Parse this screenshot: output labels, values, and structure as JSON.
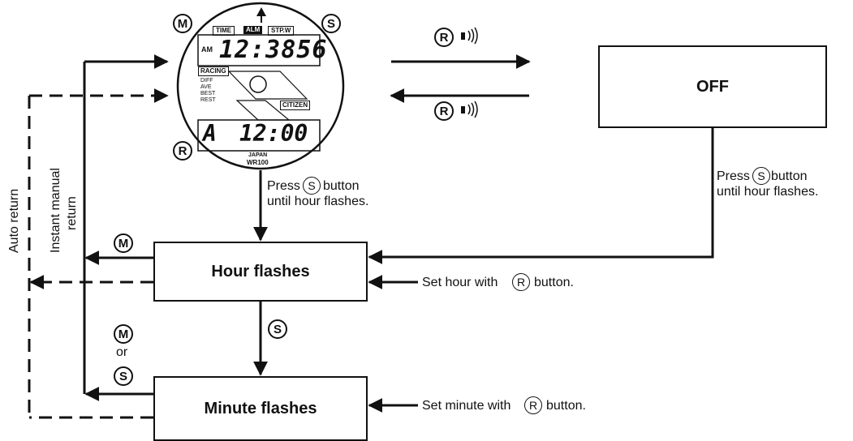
{
  "watch": {
    "button_m": "M",
    "button_s": "S",
    "button_r": "R",
    "mode_time": "TIME",
    "mode_alm": "ALM",
    "mode_stpw": "STP.W",
    "am": "AM",
    "main_time": "12:3856",
    "racing": "RACING",
    "sub_labels": [
      "DIFF",
      "AVE",
      "BEST",
      "REST"
    ],
    "brand": "CITIZEN",
    "alarm_letter": "A",
    "alarm_time": "12:00",
    "country": "JAPAN",
    "model": "WR100"
  },
  "boxes": {
    "off": "OFF",
    "hour": "Hour flashes",
    "minute": "Minute flashes"
  },
  "labels": {
    "press": "Press",
    "button_word": "button",
    "until_hour": "until hour flashes.",
    "set_hour_pre": "Set hour with",
    "set_minute_pre": "Set minute with",
    "set_post": "button.",
    "or": "or",
    "auto_return": "Auto return",
    "instant_1": "Instant manual",
    "instant_2": "return"
  },
  "circled": {
    "m": "M",
    "s": "S",
    "r": "R"
  }
}
